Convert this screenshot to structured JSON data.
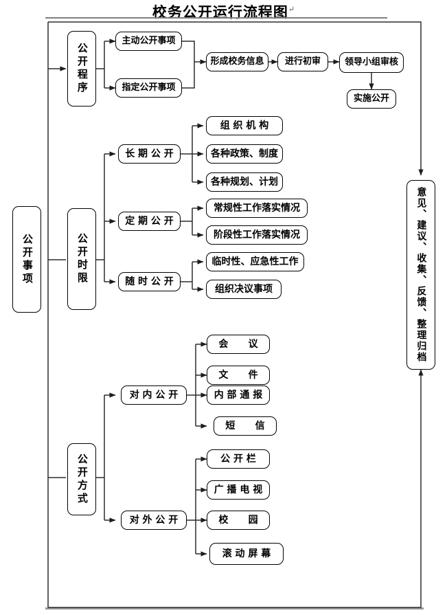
{
  "title": "校务公开运行流程图",
  "title_mark": "↵",
  "diagram": {
    "type": "flowchart",
    "root": "公开事项",
    "nodes": {
      "procedure": "公开程序",
      "active_item": "主动公开事项",
      "designated_item": "指定公开事项",
      "form_info": "形成校务信息",
      "first_review": "进行初审",
      "leader_group_review": "领导小组审核",
      "implement": "实施公开",
      "main_item": "公开事项",
      "time_limit": "公开时限",
      "long_term": "长 期 公 开",
      "regular": "定 期 公 开",
      "anytime": "随 时 公 开",
      "org_structure": "组 织 机 构",
      "policies": "各种政策、制度",
      "plans": "各种规划、计划",
      "routine_work": "常规性工作落实情况",
      "stage_work": "阶段性工作落实情况",
      "temporary_work": "临时性、应急性工作",
      "resolutions": "组织决议事项",
      "method": "公开方式",
      "internal": "对 内 公 开",
      "external": "对 外 公 开",
      "meeting": "会      议",
      "document": "文      件",
      "internal_bulletin": "内 部 通 报",
      "sms": "短      信",
      "bulletin_board": "公 开 栏",
      "broadcast_tv": "广 播 电 视",
      "campus": "校      园",
      "scrolling_screen": "滚 动 屏 幕",
      "feedback": "意见、建议、收集、反馈、整理归档"
    },
    "paragraph_mark": "↵",
    "colors": {
      "stroke": "#000000",
      "line": "#3a3a3a",
      "fill": "#ffffff",
      "rule": "#808080"
    },
    "edges": [
      {
        "from": "main-spine",
        "to": "公开程序"
      },
      {
        "from": "公开程序",
        "to": "主动公开事项"
      },
      {
        "from": "公开程序",
        "to": "指定公开事项"
      },
      {
        "from": "主动公开事项",
        "to": "形成校务信息"
      },
      {
        "from": "指定公开事项",
        "to": "形成校务信息"
      },
      {
        "from": "形成校务信息",
        "to": "进行初审"
      },
      {
        "from": "进行初审",
        "to": "领导小组审核"
      },
      {
        "from": "领导小组审核",
        "to": "实施公开"
      },
      {
        "from": "公开事项",
        "to": "公开时限"
      },
      {
        "from": "公开时限",
        "to": "长 期 公 开"
      },
      {
        "from": "公开时限",
        "to": "定 期 公 开"
      },
      {
        "from": "公开时限",
        "to": "随 时 公 开"
      },
      {
        "from": "长 期 公 开",
        "to": "组 织 机 构"
      },
      {
        "from": "长 期 公 开",
        "to": "各种政策、制度"
      },
      {
        "from": "长 期 公 开",
        "to": "各种规划、计划"
      },
      {
        "from": "定 期 公 开",
        "to": "常规性工作落实情况"
      },
      {
        "from": "定 期 公 开",
        "to": "阶段性工作落实情况"
      },
      {
        "from": "随 时 公 开",
        "to": "临时性、应急性工作"
      },
      {
        "from": "随 时 公 开",
        "to": "组织决议事项"
      },
      {
        "from": "公开事项",
        "to": "公开方式"
      },
      {
        "from": "公开方式",
        "to": "对 内 公 开"
      },
      {
        "from": "公开方式",
        "to": "对 外 公 开"
      },
      {
        "from": "对 内 公 开",
        "to": "会      议"
      },
      {
        "from": "对 内 公 开",
        "to": "文      件"
      },
      {
        "from": "对 内 公 开",
        "to": "内 部 通 报"
      },
      {
        "from": "对 内 公 开",
        "to": "短      信"
      },
      {
        "from": "对 外 公 开",
        "to": "公 开 栏"
      },
      {
        "from": "对 外 公 开",
        "to": "广 播 电 视"
      },
      {
        "from": "对 外 公 开",
        "to": "校      园"
      },
      {
        "from": "对 外 公 开",
        "to": "滚 动 屏 幕"
      },
      {
        "from": "frame-top",
        "to": "意见、建议、收集、反馈、整理归档"
      },
      {
        "from": "frame-bottom",
        "to": "意见、建议、收集、反馈、整理归档"
      }
    ]
  }
}
